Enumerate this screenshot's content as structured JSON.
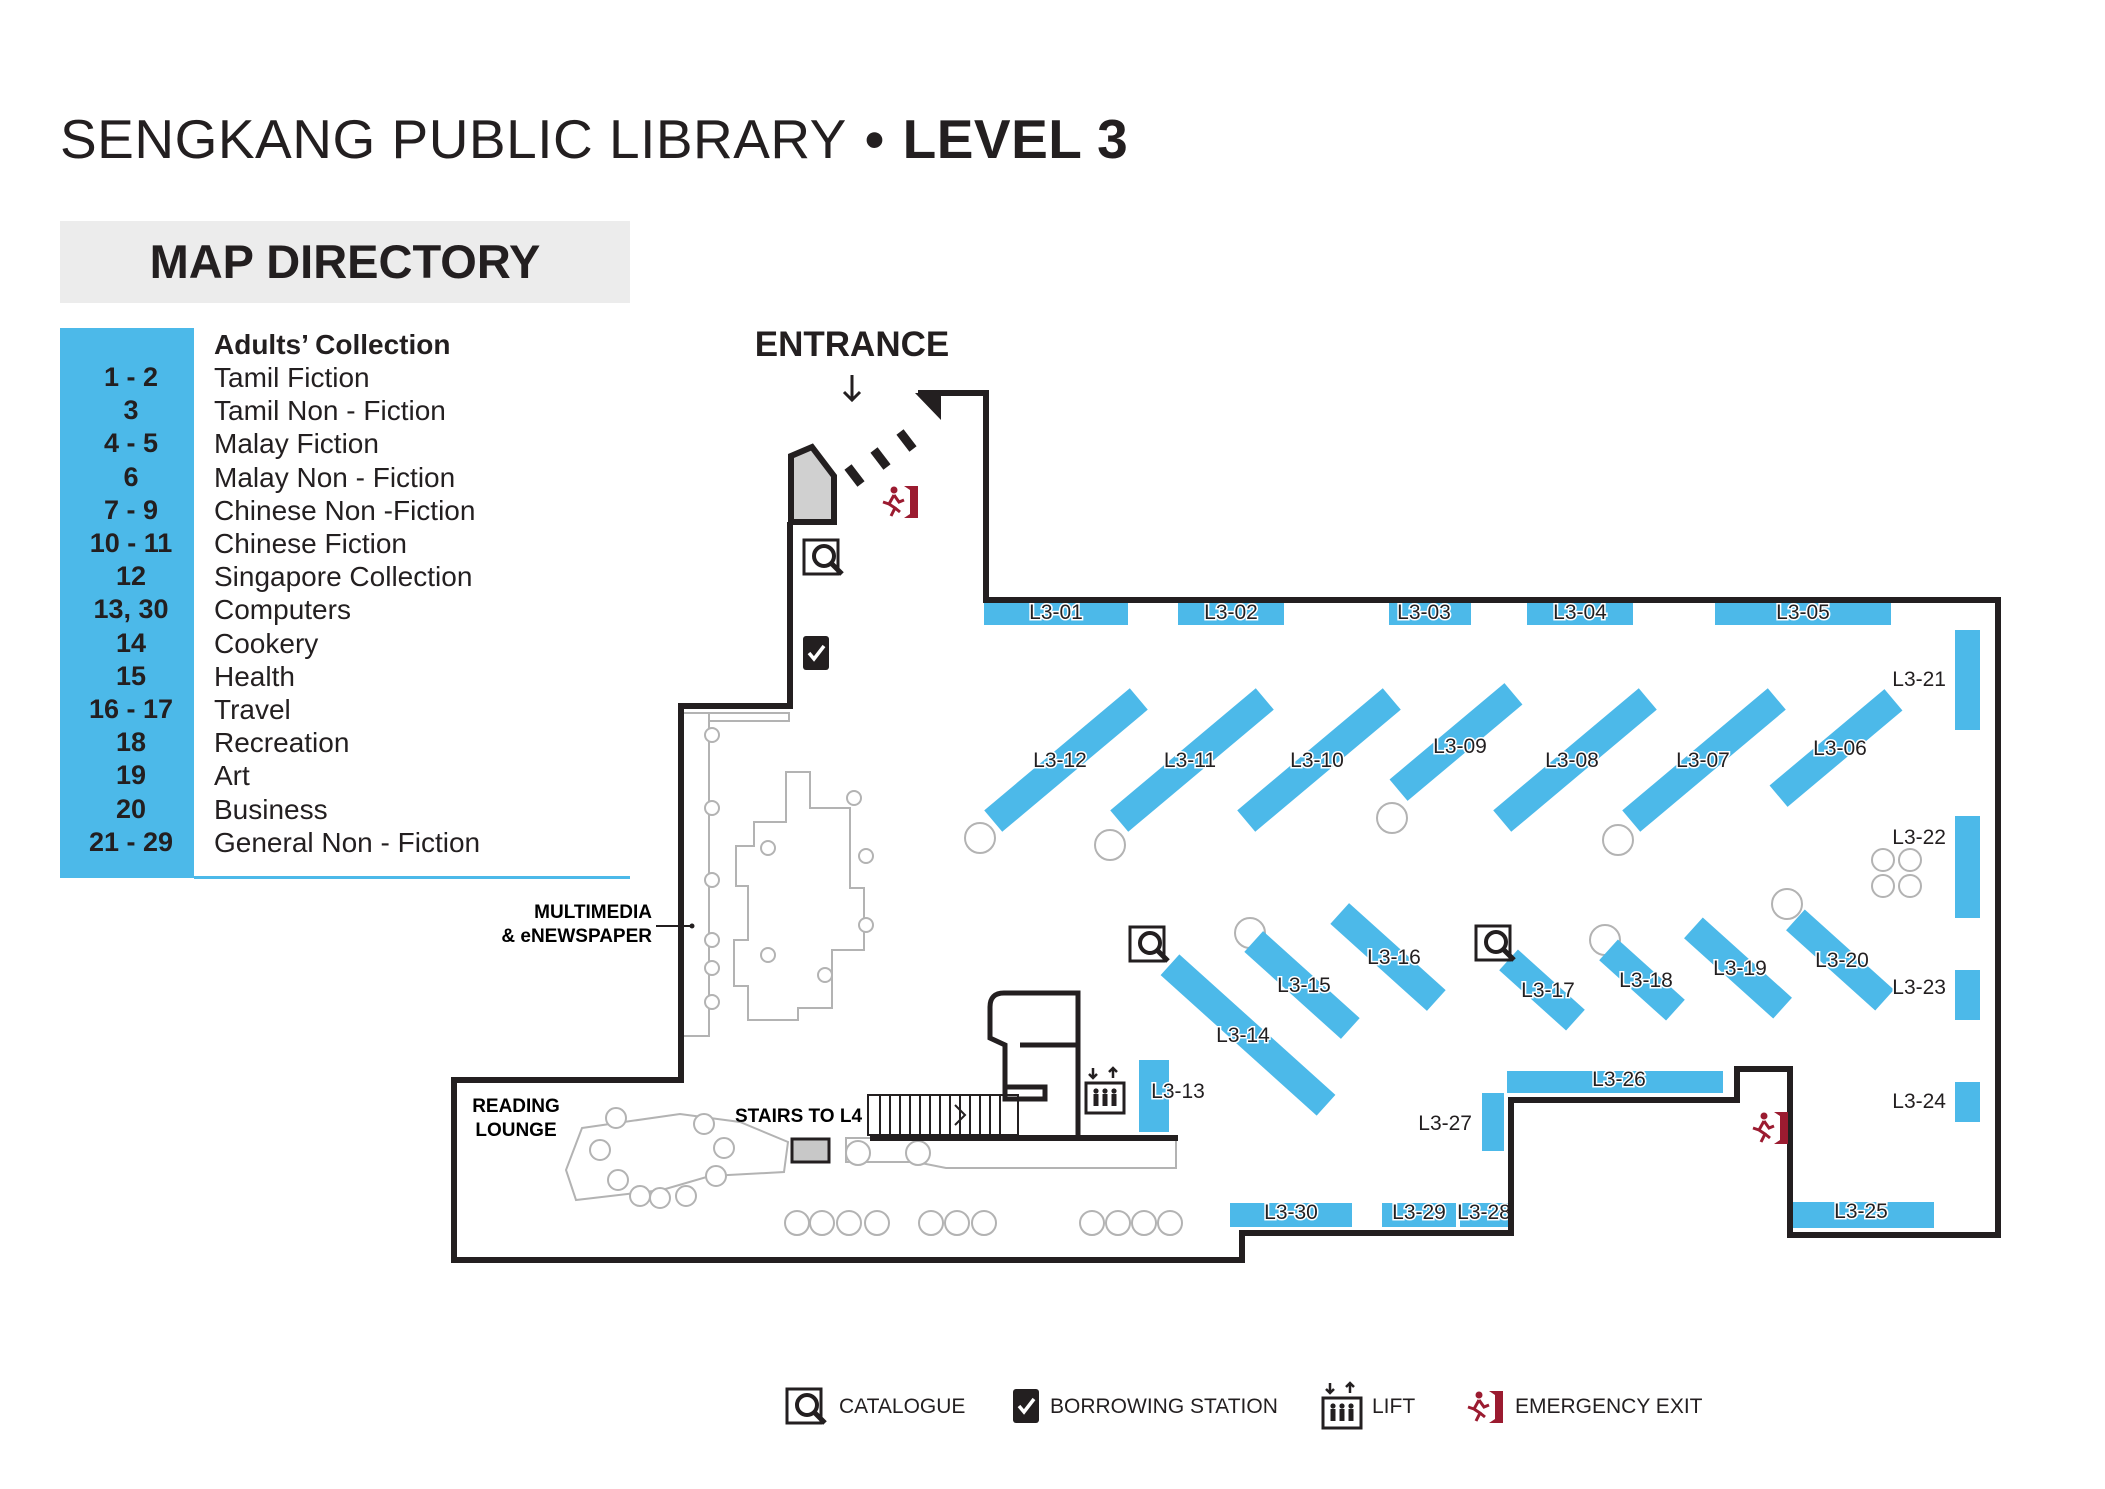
{
  "title": {
    "library": "SENGKANG PUBLIC LIBRARY",
    "separator": "•",
    "level": "LEVEL 3"
  },
  "directory": {
    "heading": "MAP DIRECTORY",
    "category": "Adults’ Collection",
    "entries": [
      {
        "num": "1 - 2",
        "name": "Tamil Fiction"
      },
      {
        "num": "3",
        "name": "Tamil Non - Fiction"
      },
      {
        "num": "4 - 5",
        "name": "Malay Fiction"
      },
      {
        "num": "6",
        "name": "Malay Non - Fiction"
      },
      {
        "num": "7 - 9",
        "name": "Chinese Non -Fiction"
      },
      {
        "num": "10 - 11",
        "name": "Chinese Fiction"
      },
      {
        "num": "12",
        "name": "Singapore Collection"
      },
      {
        "num": "13, 30",
        "name": "Computers"
      },
      {
        "num": "14",
        "name": "Cookery"
      },
      {
        "num": "15",
        "name": "Health"
      },
      {
        "num": "16 - 17",
        "name": "Travel"
      },
      {
        "num": "18",
        "name": "Recreation"
      },
      {
        "num": "19",
        "name": "Art"
      },
      {
        "num": "20",
        "name": "Business"
      },
      {
        "num": "21 - 29",
        "name": "General Non - Fiction"
      }
    ]
  },
  "map": {
    "entrance": "ENTRANCE",
    "multimedia": [
      "MULTIMEDIA",
      "& eNEWSPAPER"
    ],
    "reading_lounge": [
      "READING",
      "LOUNGE"
    ],
    "stairs": "STAIRS TO L4",
    "shelves": [
      "L3-01",
      "L3-02",
      "L3-03",
      "L3-04",
      "L3-05",
      "L3-06",
      "L3-07",
      "L3-08",
      "L3-09",
      "L3-10",
      "L3-11",
      "L3-12",
      "L3-13",
      "L3-14",
      "L3-15",
      "L3-16",
      "L3-17",
      "L3-18",
      "L3-19",
      "L3-20",
      "L3-21",
      "L3-22",
      "L3-23",
      "L3-24",
      "L3-25",
      "L3-26",
      "L3-27",
      "L3-28",
      "L3-29",
      "L3-30"
    ]
  },
  "legend": {
    "catalogue": "CATALOGUE",
    "borrowing": "BORROWING STATION",
    "lift": "LIFT",
    "exit": "EMERGENCY EXIT"
  },
  "colors": {
    "shelf": "#4cb9e9",
    "wall": "#231f20",
    "exit": "#9b1b30",
    "furniture": "#b3b3b3",
    "header_bg": "#ececec"
  },
  "icons": {
    "catalogue": "catalogue-icon",
    "borrowing": "borrowing-station-icon",
    "lift": "lift-icon",
    "exit": "emergency-exit-icon"
  }
}
